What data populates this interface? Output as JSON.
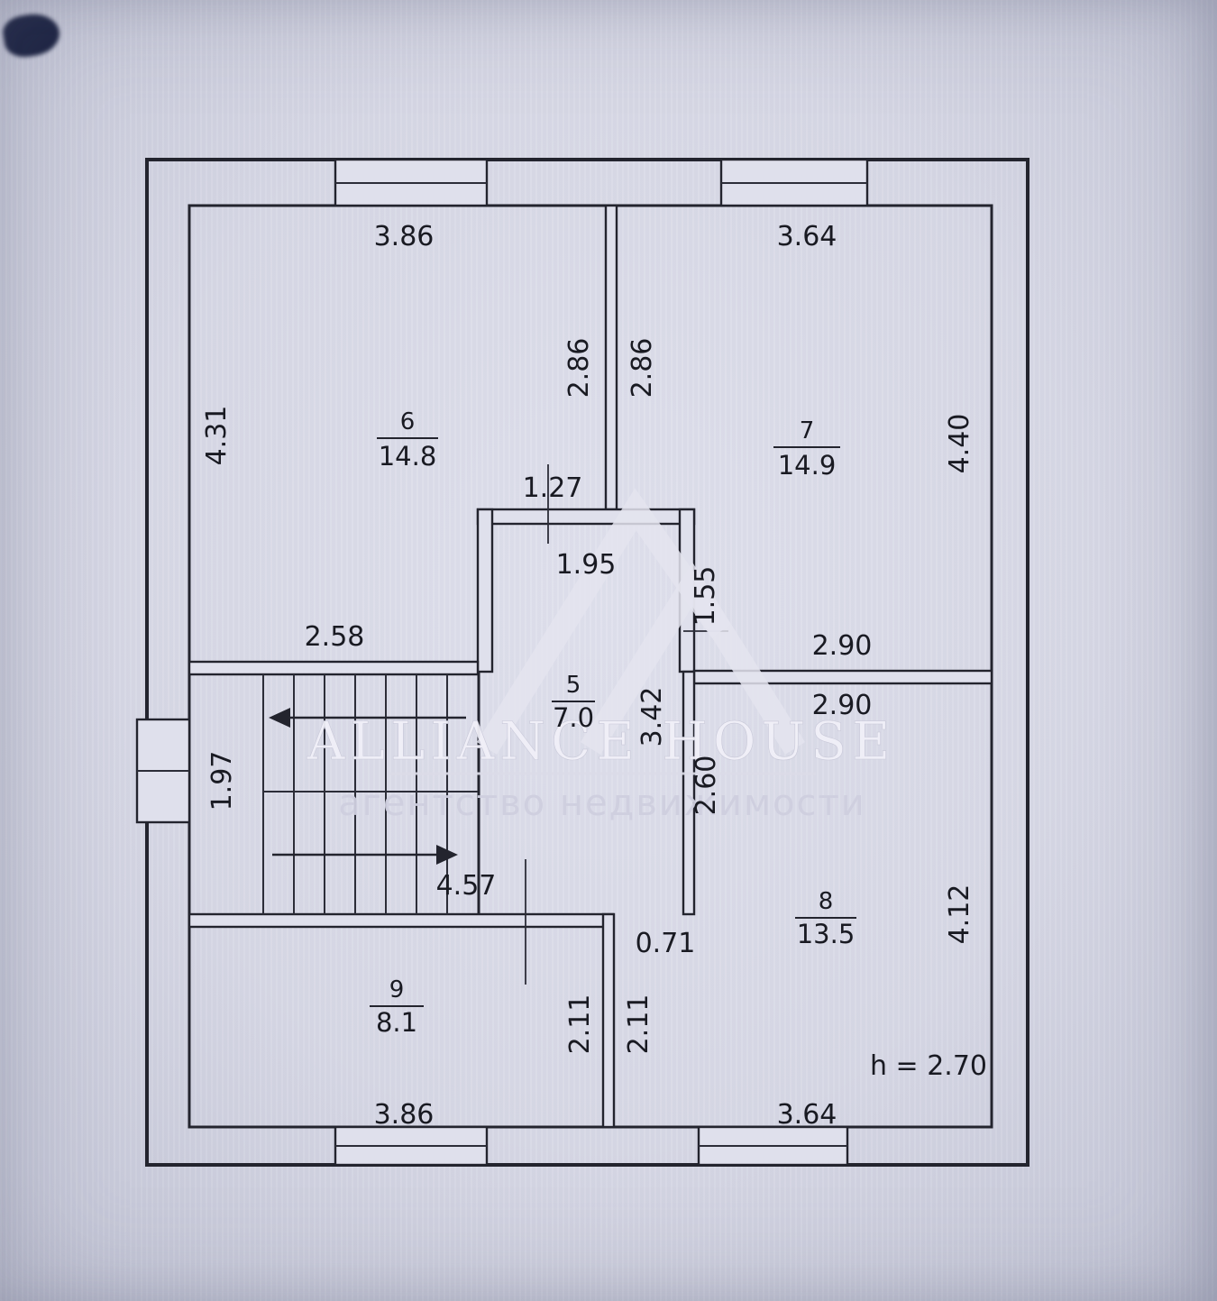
{
  "watermark": {
    "brand": "ALLIANCE HOUSE",
    "tagline": "агентство недвижимости"
  },
  "floor_plan": {
    "ceiling_height_note": "h = 2.70",
    "rooms": [
      {
        "number": "6",
        "area": "14.8"
      },
      {
        "number": "7",
        "area": "14.9"
      },
      {
        "number": "5",
        "area": "7.0"
      },
      {
        "number": "8",
        "area": "13.5"
      },
      {
        "number": "9",
        "area": "8.1"
      }
    ],
    "dimensions": {
      "top_wall_left": "3.86",
      "top_wall_right": "3.64",
      "room6_right_height": "2.86",
      "room7_left_height": "2.86",
      "left_wall_upper": "4.31",
      "right_wall_upper": "4.40",
      "vestibule_left_width": "1.27",
      "vestibule_inner_width": "1.95",
      "vestibule_depth": "1.55",
      "room6_bottom_width": "2.58",
      "room7_bottom_width": "2.90",
      "room8_top_width": "2.90",
      "hall_height": "3.42",
      "stair_closet_height": "1.97",
      "hall_right_height": "2.60",
      "stair_hall_width": "4.57",
      "hall_door_width": "0.71",
      "room8_right_height": "4.12",
      "room9_right_height": "2.11",
      "corridor_left_height": "2.11",
      "bottom_wall_left": "3.86",
      "bottom_wall_right": "3.64"
    }
  },
  "colors": {
    "line": "#23242e",
    "background": "#d7d8e5",
    "watermark": "#e4e4ee",
    "corner_artifact": "#1a2140"
  }
}
